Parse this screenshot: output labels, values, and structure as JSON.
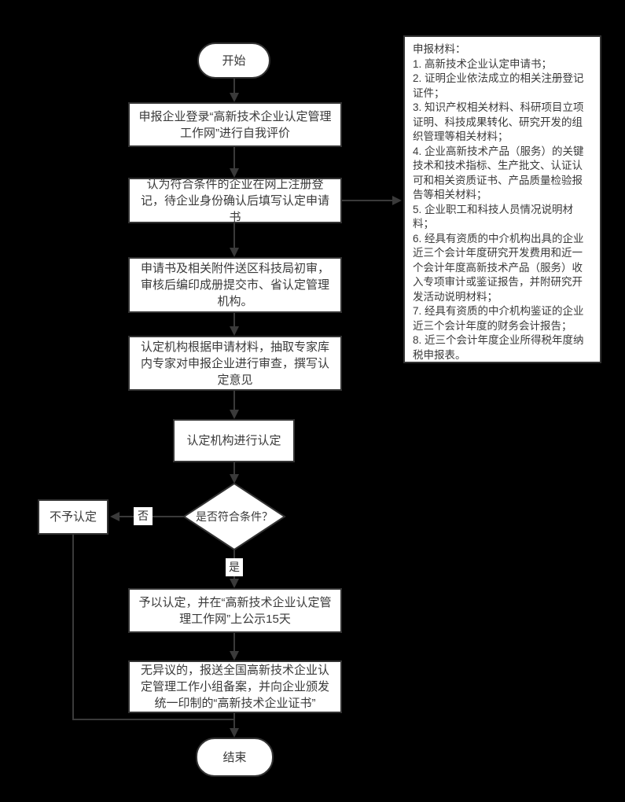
{
  "colors": {
    "background": "#000000",
    "node_fill": "#ffffff",
    "node_border": "#333333",
    "text": "#3a3a3a",
    "connector": "#3a3a3a"
  },
  "nodes": {
    "start": "开始",
    "self_evaluation": "申报企业登录“高新技术企业认定管理工作网”进行自我评价",
    "register_online": "认为符合条件的企业在网上注册登记，待企业身份确认后填写认定申请书",
    "initial_review": "申请书及相关附件送区科技局初审，审核后编印成册提交市、省认定管理机构。",
    "expert_review": "认定机构根据申请材料，抽取专家库内专家对申报企业进行审查，撰写认定意见",
    "certification": "认定机构进行认定",
    "decision": "是否符合条件？",
    "rejected": "不予认定",
    "approve_publicity": "予以认定，并在“高新技术企业认定管理工作网”上公示15天",
    "filing_certificate": "无异议的，报送全国高新技术企业认定管理工作小组备案，并向企业颁发统一印制的“高新技术企业证书”",
    "end": "结束"
  },
  "edge_labels": {
    "no": "否",
    "yes": "是"
  },
  "materials": {
    "title": "申报材料：",
    "items": [
      "1. 高新技术企业认定申请书；",
      "2. 证明企业依法成立的相关注册登记证件；",
      "3. 知识产权相关材料、科研项目立项证明、科技成果转化、研究开发的组织管理等相关材料；",
      "4. 企业高新技术产品（服务）的关键技术和技术指标、生产批文、认证认可和相关资质证书、产品质量检验报告等相关材料；",
      "5. 企业职工和科技人员情况说明材料；",
      "6. 经具有资质的中介机构出具的企业近三个会计年度研究开发费用和近一个会计年度高新技术产品（服务）收入专项审计或鉴证报告，并附研究开发活动说明材料；",
      "7. 经具有资质的中介机构鉴证的企业近三个会计年度的财务会计报告；",
      "8. 近三个会计年度企业所得税年度纳税申报表。"
    ]
  }
}
